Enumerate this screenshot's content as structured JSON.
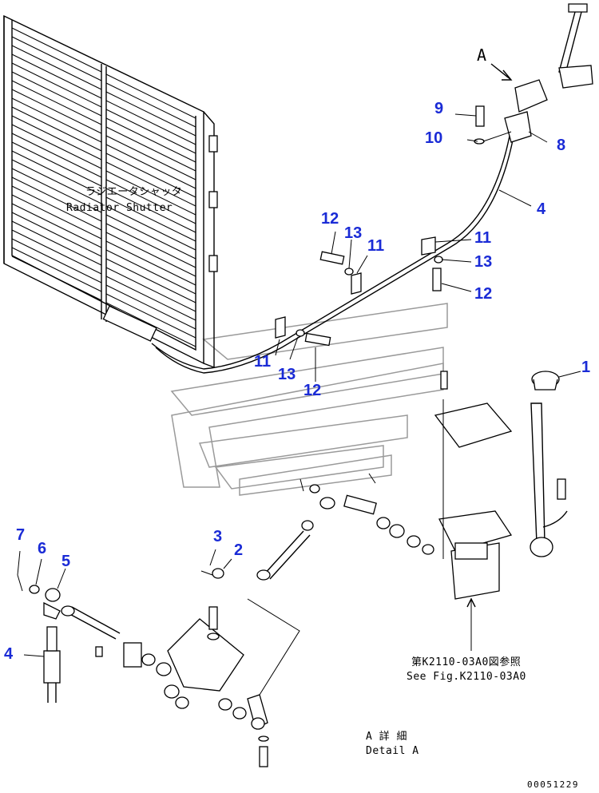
{
  "title": {
    "jp": "ラジエータシャッタ",
    "en": "Radiator Shutter"
  },
  "view_arrow_label": "A",
  "detail_label": {
    "jp": "A 詳 細",
    "en": "Detail A"
  },
  "reference": {
    "jp": "第K2110-03A0図参照",
    "en": "See Fig.K2110-03A0"
  },
  "drawing_number": "00051229",
  "callouts": {
    "c1": "1",
    "c2": "2",
    "c3": "3",
    "c4a": "4",
    "c4b": "4",
    "c5": "5",
    "c6": "6",
    "c7": "7",
    "c8": "8",
    "c9": "9",
    "c10": "10",
    "c11a": "11",
    "c11b": "11",
    "c11c": "11",
    "c12a": "12",
    "c12b": "12",
    "c12c": "12",
    "c13a": "13",
    "c13b": "13",
    "c13c": "13"
  },
  "colors": {
    "callout": "#1a2bd6",
    "watermark": "#9a9a9a",
    "ink": "#000000"
  }
}
